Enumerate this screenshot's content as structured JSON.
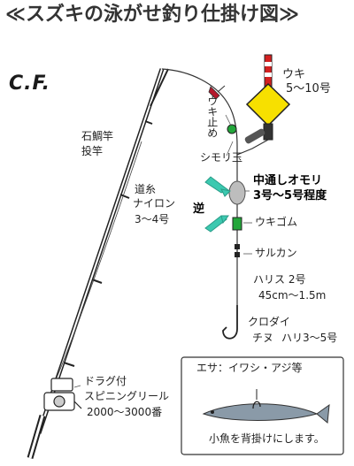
{
  "title": "≪スズキの泳がせ釣り仕掛け図≫",
  "logo": "C.F.",
  "labels": {
    "float": "ウキ",
    "float_size": "5～10号",
    "float_stop": "ウキ止め",
    "shimori_ball": "シモリ玉",
    "sinker_line1": "中通しオモリ",
    "sinker_line2": "3号～5号程度",
    "reverse": "逆",
    "float_rubber": "ウキゴム",
    "swivel": "サルカン",
    "rod_line1": "石鯛竿",
    "rod_line2": "投竿",
    "mainline_line1": "道糸",
    "mainline_line2": "ナイロン",
    "mainline_line3": "3～4号",
    "leader_line1": "ハリス 2号",
    "leader_line2": "45cm～1.5m",
    "hook_line1": "クロダイ",
    "hook_line2": "チヌ",
    "hook_line3": "ハリ3～5号",
    "reel_line1": "ドラグ付",
    "reel_line2": "スピニングリール",
    "reel_line3": "2000～3000番",
    "bait_title": "エサ：イワシ・アジ等",
    "bait_note": "小魚を背掛けにします。"
  },
  "colors": {
    "float_body": "#f7e000",
    "float_stripe": "#d42020",
    "sinker": "#bdbdbd",
    "bead": "#22a63a",
    "arrow": "#3cc9b0",
    "fish_body": "#8a9aa8",
    "float_stop": "#b5172b"
  }
}
